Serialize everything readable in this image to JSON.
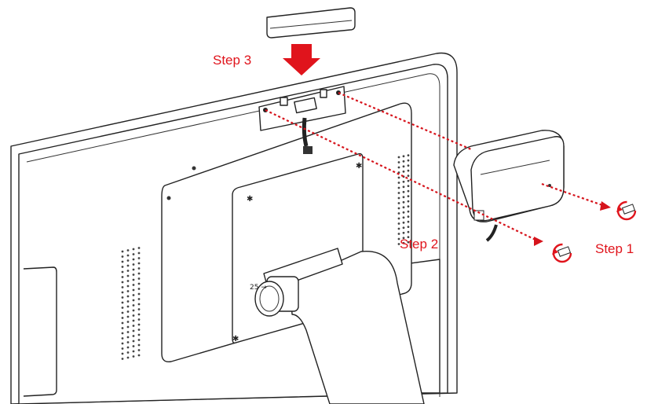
{
  "diagram": {
    "accent_color": "#e0141c",
    "steps": [
      {
        "id": "step3",
        "label": "Step 3"
      },
      {
        "id": "step2",
        "label": "Step 2"
      },
      {
        "id": "step1",
        "label": "Step 1"
      }
    ],
    "icons": [
      "screw-rotate-icon",
      "screw-rotate-icon",
      "down-arrow-icon"
    ]
  }
}
